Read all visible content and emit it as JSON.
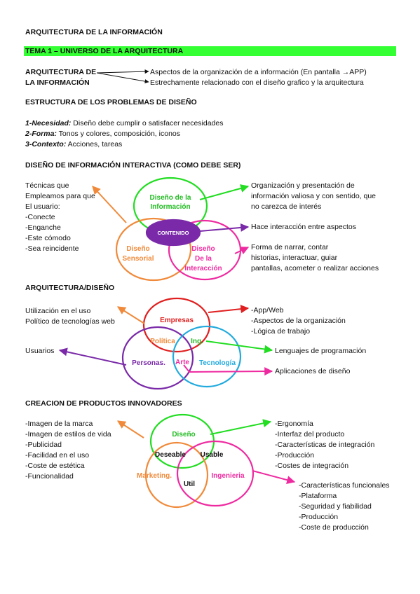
{
  "doc": {
    "title": "ARQUITECTURA DE LA INFORMACIÓN",
    "banner": "TEMA 1 – UNIVERSO DE LA ARQUITECTURA",
    "colors": {
      "banner": "#33ff33",
      "green": "#22dd22",
      "orange": "#f08a3a",
      "pink": "#ee2aa0",
      "purple": "#7a2aa8",
      "red": "#e02020",
      "blue": "#22aadd"
    }
  },
  "arq": {
    "label_line1": "ARQUITECTURA DE",
    "label_line2": "LA INFORMACIÓN",
    "point1": "Aspectos de la organización de a información (En pantalla →APP)",
    "point2": "Estrechamente relacionado con el diseño grafico y la arquitectura"
  },
  "estructura": {
    "heading": "ESTRUCTURA DE LOS PROBLEMAS DE DISEÑO",
    "items": [
      {
        "label": "1-Necesidad:",
        "text": " Diseño debe cumplir o satisfacer necesidades"
      },
      {
        "label": "2-Forma:",
        "text": " Tonos y colores, composición, iconos"
      },
      {
        "label": "3-Contexto:",
        "text": " Acciones, tareas"
      }
    ]
  },
  "interactiva": {
    "heading": "DISEÑO DE INFORMACIÓN INTERACTIVA (COMO DEBE SER)",
    "left_lines": [
      "Técnicas que",
      "Empleamos para que",
      "El usuario:",
      "-Conecte",
      "-Enganche",
      "-Este cómodo",
      "-Sea reincidente"
    ],
    "circle_top": [
      "Diseño de la",
      "Información"
    ],
    "circle_left": [
      "Diseño",
      "Sensorial"
    ],
    "circle_right": [
      "Diseño",
      "De la",
      "Interacción"
    ],
    "center": "CONTENIDO",
    "right_top": [
      "Organización y presentación de",
      "información valiosa y con sentido, que",
      "no carezca de interés"
    ],
    "right_mid": "Hace interacción entre aspectos",
    "right_bottom": [
      "Forma de narrar, contar",
      "historias, interactuar, guiar",
      "pantallas, acometer o realizar acciones"
    ]
  },
  "arqdis": {
    "heading": "ARQUITECTURA/DISEÑO",
    "left_top": [
      "Utilización en el uso",
      "Político de tecnologías web"
    ],
    "left_bottom": "Usuarios",
    "empresas": "Empresas",
    "politica": "Política",
    "ing": "Ing.",
    "personas": "Personas.",
    "arte": "Arte",
    "tecnologia": "Tecnología",
    "right_top": [
      "-App/Web",
      "-Aspectos de la organización",
      "-Lógica de trabajo"
    ],
    "right_mid": "Lenguajes de programación",
    "right_bottom": "Aplicaciones de diseño"
  },
  "creacion": {
    "heading": "CREACION DE PRODUCTOS INNOVADORES",
    "left_lines": [
      "-Imagen de la marca",
      "-Imagen de estilos de vida",
      "-Publicidad",
      "-Facilidad en el uso",
      "-Coste de estética",
      "-Funcionalidad"
    ],
    "diseno": "Diseño",
    "deseable": "Deseable",
    "usable": "Usable",
    "marketing": "Marketing.",
    "util": "Util",
    "ingenieria": "Ingenieria",
    "right_lines": [
      "-Ergonomía",
      "-Interfaz del producto",
      "-Características de integración",
      "-Producción",
      "-Costes de integración"
    ],
    "bottom_lines": [
      "-Características funcionales",
      "-Plataforma",
      "-Seguridad y fiabilidad",
      "-Producción",
      "-Coste de producción"
    ]
  }
}
